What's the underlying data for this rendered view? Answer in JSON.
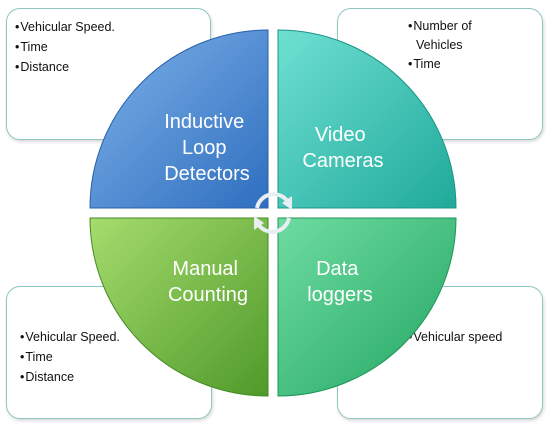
{
  "quadrants": {
    "top_left": {
      "label_lines": [
        "Inductive",
        "Loop",
        "Detectors"
      ],
      "color": "#4f8fd4"
    },
    "top_right": {
      "label_lines": [
        "Video",
        "Cameras"
      ],
      "color": "#3cc9b8"
    },
    "bottom_left": {
      "label_lines": [
        "Manual",
        "Counting"
      ],
      "color": "#7cc24a"
    },
    "bottom_right": {
      "label_lines": [
        "Data",
        "loggers"
      ],
      "color": "#44c77f"
    }
  },
  "boxes": {
    "top_left": [
      "Vehicular Speed.",
      "Time",
      "Distance"
    ],
    "top_right": [
      "Number of",
      "Vehicles",
      "Time"
    ],
    "bottom_left": [
      "Vehicular Speed.",
      "Time",
      "Distance"
    ],
    "bottom_right": [
      "Vehicular speed"
    ]
  }
}
